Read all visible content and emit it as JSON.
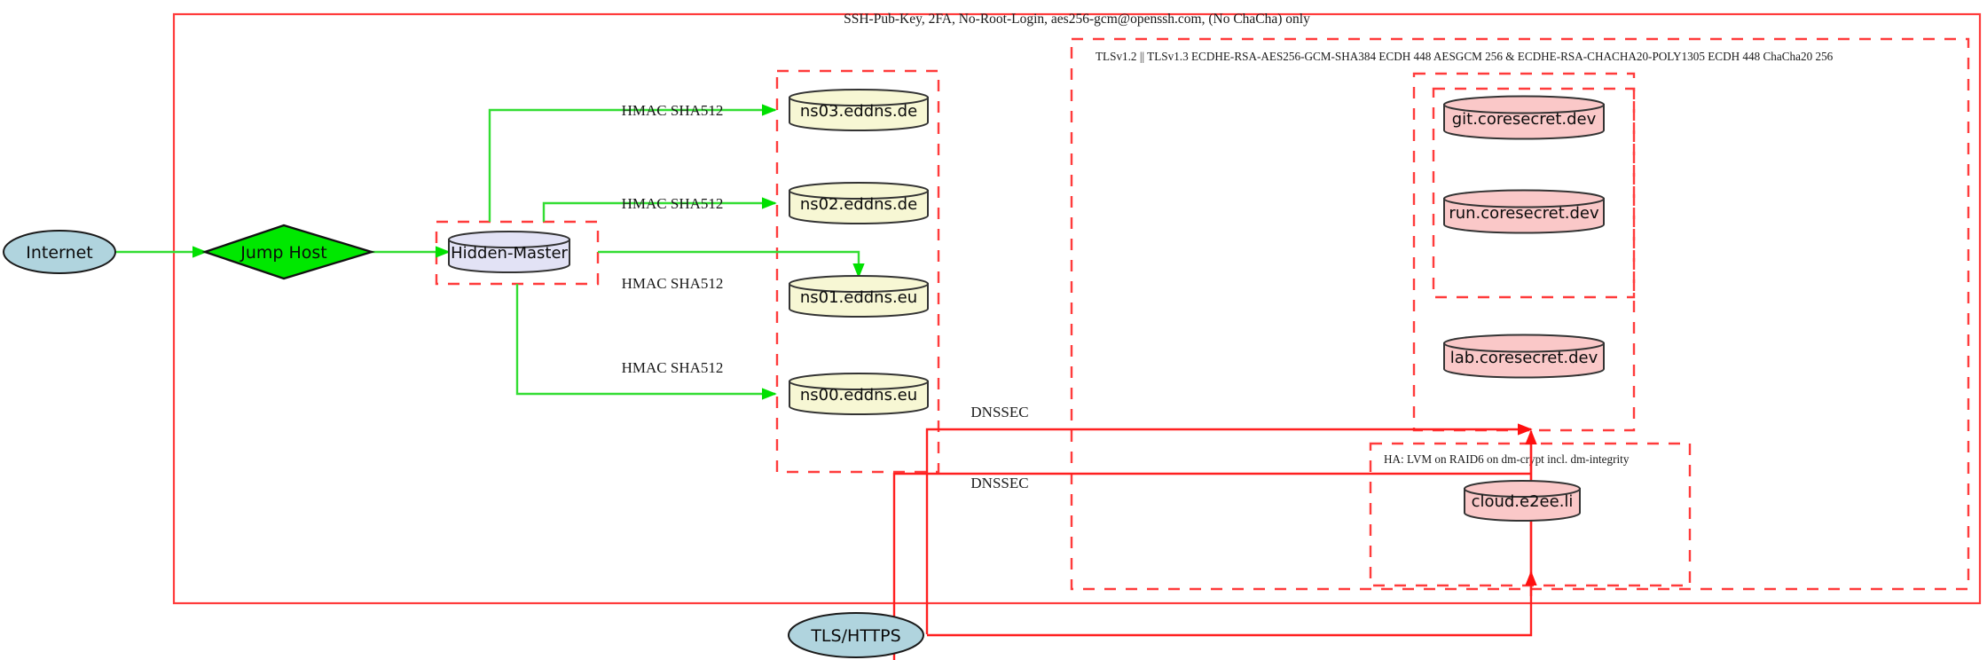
{
  "diagram": {
    "title_note": "SSH-Pub-Key, 2FA, No-Root-Login, aes256-gcm@openssh.com, (No ChaCha) only",
    "clusters": {
      "ssh_outer": {
        "label": "SSH-Pub-Key, 2FA, No-Root-Login, aes256-gcm@openssh.com, (No ChaCha) only",
        "border_color": "#ff0000",
        "style": "solid"
      },
      "tls": {
        "label": "TLSv1.2 || TLSv1.3 ECDHE-RSA-AES256-GCM-SHA384 ECDH 448 AESGCM 256 & ECDHE-RSA-CHACHA20-POLY1305 ECDH 448 ChaCha20 256",
        "border_color": "#ff2a2a",
        "style": "dashed"
      },
      "ha": {
        "label": "HA: LVM on RAID6 on dm-crypt incl. dm-integrity",
        "border_color": "#ff2a2a",
        "style": "dashed"
      },
      "nameservers": {
        "label": "",
        "border_color": "#ff2a2a",
        "style": "dashed"
      },
      "hidden_master": {
        "label": "",
        "border_color": "#ff2a2a",
        "style": "dashed"
      },
      "coresecret_outer": {
        "label": "",
        "border_color": "#ff2a2a",
        "style": "dashed"
      },
      "coresecret_inner": {
        "label": "",
        "border_color": "#ff2a2a",
        "style": "dashed"
      }
    },
    "nodes": {
      "internet": {
        "label": "Internet",
        "shape": "ellipse",
        "fill": "#b0d4de"
      },
      "jump_host": {
        "label": "Jump Host",
        "shape": "diamond",
        "fill": "#00e800"
      },
      "hidden_master": {
        "label": "Hidden-Master",
        "shape": "cylinder",
        "fill": "#e2e2f5"
      },
      "ns03": {
        "label": "ns03.eddns.de",
        "shape": "cylinder",
        "fill": "#f7f7d4"
      },
      "ns02": {
        "label": "ns02.eddns.de",
        "shape": "cylinder",
        "fill": "#f7f7d4"
      },
      "ns01": {
        "label": "ns01.eddns.eu",
        "shape": "cylinder",
        "fill": "#f7f7d4"
      },
      "ns00": {
        "label": "ns00.eddns.eu",
        "shape": "cylinder",
        "fill": "#f7f7d4"
      },
      "git": {
        "label": "git.coresecret.dev",
        "shape": "cylinder",
        "fill": "#fac8c8"
      },
      "run": {
        "label": "run.coresecret.dev",
        "shape": "cylinder",
        "fill": "#fac8c8"
      },
      "lab": {
        "label": "lab.coresecret.dev",
        "shape": "cylinder",
        "fill": "#fac8c8"
      },
      "cloud": {
        "label": "cloud.e2ee.li",
        "shape": "cylinder",
        "fill": "#fac8c8"
      },
      "tls_https": {
        "label": "TLS/HTTPS",
        "shape": "ellipse",
        "fill": "#b0d4de"
      }
    },
    "edges": [
      {
        "from": "internet",
        "to": "jump_host",
        "label": "",
        "color": "#33dd33"
      },
      {
        "from": "jump_host",
        "to": "hidden_master",
        "label": "",
        "color": "#33dd33"
      },
      {
        "from": "hidden_master",
        "to": "ns03",
        "label": "HMAC SHA512",
        "color": "#33dd33"
      },
      {
        "from": "hidden_master",
        "to": "ns02",
        "label": "HMAC SHA512",
        "color": "#33dd33"
      },
      {
        "from": "hidden_master",
        "to": "ns01",
        "label": "HMAC SHA512",
        "color": "#33dd33"
      },
      {
        "from": "hidden_master",
        "to": "ns00",
        "label": "HMAC SHA512",
        "color": "#33dd33"
      },
      {
        "from": "tls_https",
        "to": "coresecret_outer",
        "label": "DNSSEC",
        "color": "#ff2020"
      },
      {
        "from": "tls_https",
        "to": "ha",
        "label": "DNSSEC",
        "color": "#ff2020"
      }
    ],
    "edge_labels": {
      "hmac_1": "HMAC SHA512",
      "hmac_2": "HMAC SHA512",
      "hmac_3": "HMAC SHA512",
      "hmac_4": "HMAC SHA512",
      "dnssec_1": "DNSSEC",
      "dnssec_2": "DNSSEC"
    }
  }
}
